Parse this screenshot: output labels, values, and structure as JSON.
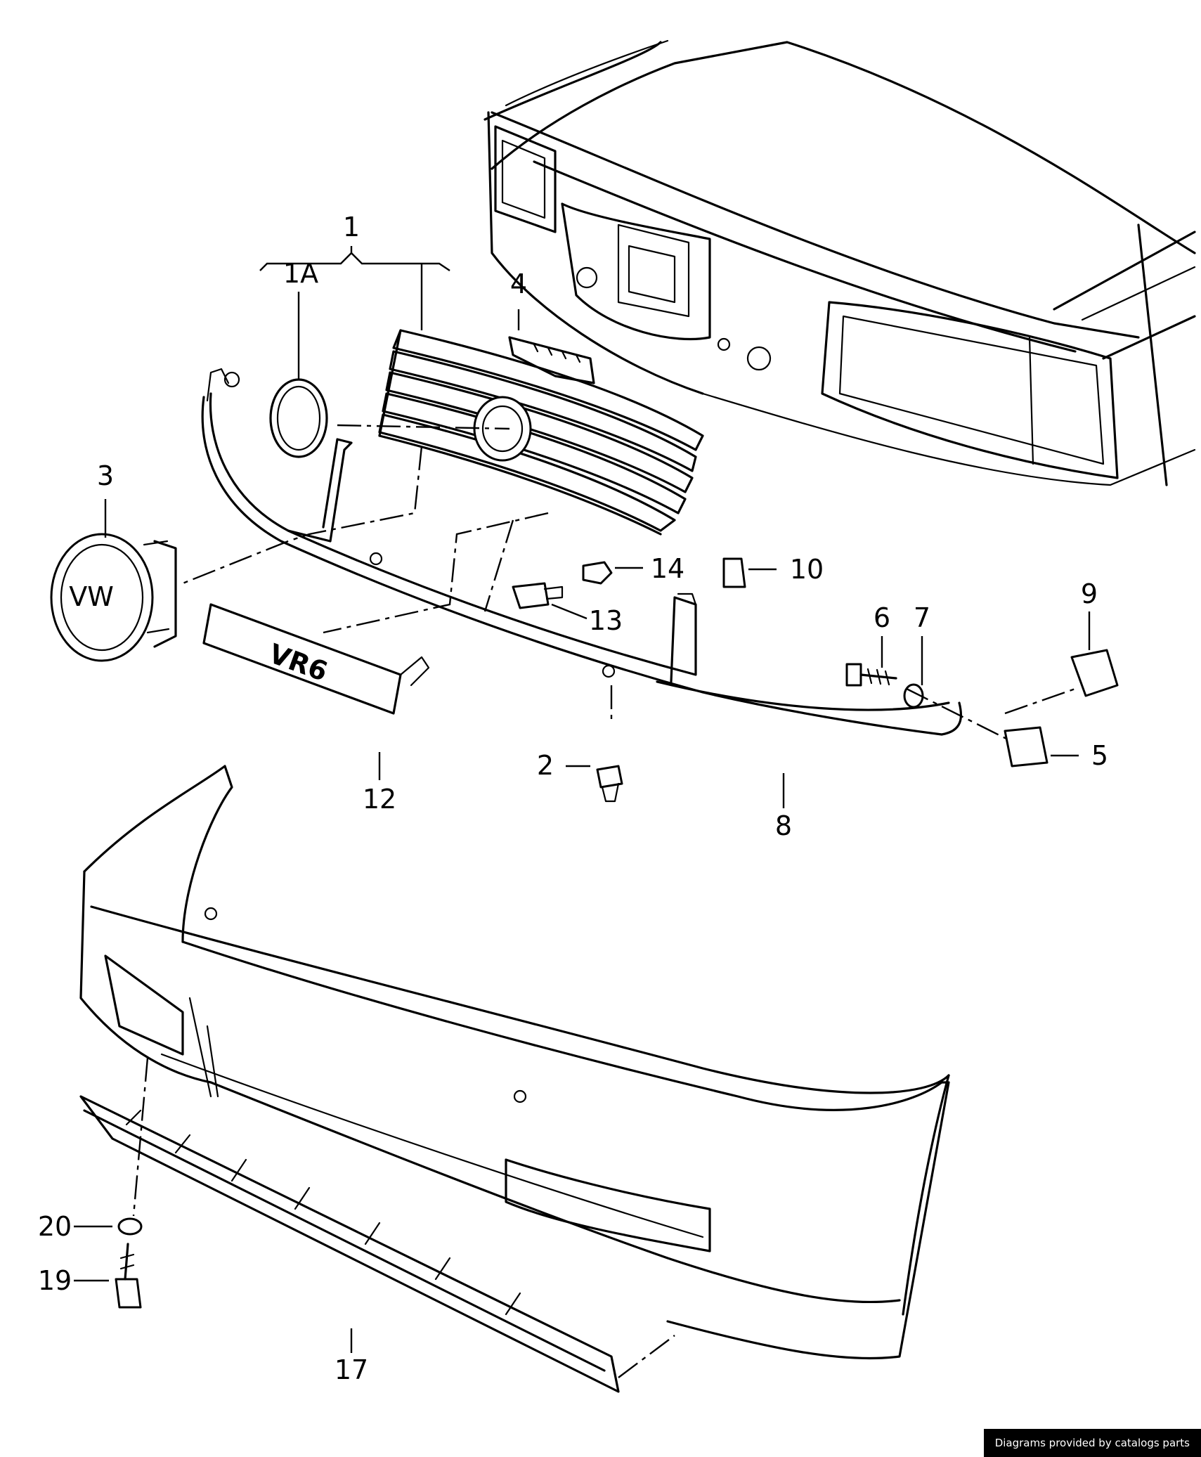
{
  "diagram": {
    "callouts": [
      {
        "id": "1",
        "label": "1"
      },
      {
        "id": "1A",
        "label": "1A"
      },
      {
        "id": "2",
        "label": "2"
      },
      {
        "id": "3",
        "label": "3"
      },
      {
        "id": "4",
        "label": "4"
      },
      {
        "id": "5",
        "label": "5"
      },
      {
        "id": "6",
        "label": "6"
      },
      {
        "id": "7",
        "label": "7"
      },
      {
        "id": "8",
        "label": "8"
      },
      {
        "id": "9",
        "label": "9"
      },
      {
        "id": "10",
        "label": "10"
      },
      {
        "id": "12",
        "label": "12"
      },
      {
        "id": "13",
        "label": "13"
      },
      {
        "id": "14",
        "label": "14"
      },
      {
        "id": "17",
        "label": "17"
      },
      {
        "id": "19",
        "label": "19"
      },
      {
        "id": "20",
        "label": "20"
      }
    ],
    "badge_logo_text": "VW",
    "emblem_text": "VR6"
  },
  "footer": {
    "credit": "Diagrams provided by catalogs parts"
  }
}
